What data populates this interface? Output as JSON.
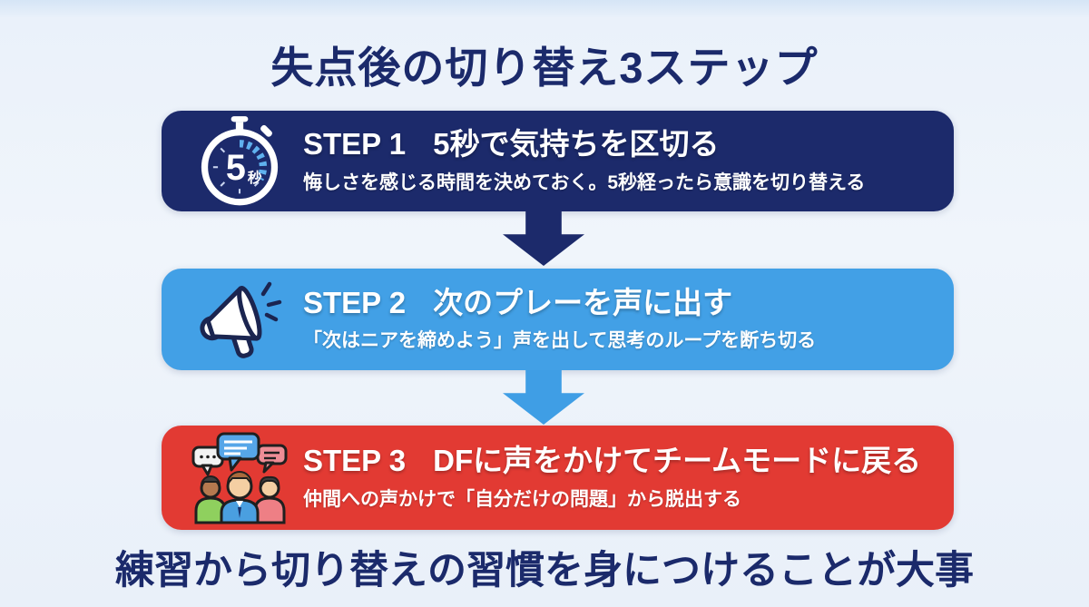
{
  "page": {
    "title": "失点後の切り替え3ステップ",
    "footer": "練習から切り替えの習慣を身につけることが大事"
  },
  "steps": [
    {
      "label": "STEP 1",
      "title": "5秒で気持ちを区切る",
      "description": "悔しさを感じる時間を決めておく。5秒経ったら意識を切り替える",
      "icon": "stopwatch-icon",
      "color": "#1c2a6b",
      "timer_value": "5",
      "timer_unit": "秒"
    },
    {
      "label": "STEP 2",
      "title": "次のプレーを声に出す",
      "description": "「次はニアを締めよう」声を出して思考のループを断ち切る",
      "icon": "megaphone-icon",
      "color": "#42a0e6"
    },
    {
      "label": "STEP 3",
      "title": "DFに声をかけてチームモードに戻る",
      "description": "仲間への声かけで「自分だけの問題」から脱出する",
      "icon": "team-chat-icon",
      "color": "#e23a33"
    }
  ],
  "colors": {
    "navy": "#1c2a6b",
    "blue": "#42a0e6",
    "red": "#e23a33",
    "arrow1": "#1c2a6b",
    "arrow2": "#3f9ee5",
    "background": "#eef4fb",
    "text_on_card": "#ffffff",
    "heading_text": "#1b2a6b"
  }
}
